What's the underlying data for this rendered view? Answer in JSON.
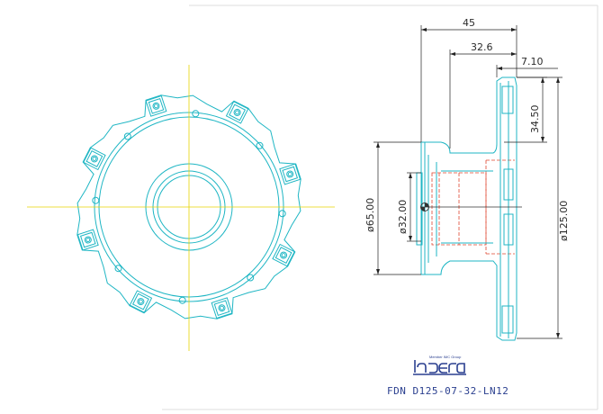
{
  "drawing": {
    "front_view": {
      "insert_count": 8
    },
    "dimensions": {
      "overall_length": "45",
      "hub_length": "32.6",
      "insert_width": "7.10",
      "insert_depth": "34.50",
      "hub_diameter": "ø65.00",
      "bore_diameter": "ø32.00",
      "cutter_diameter": "ø125.00"
    },
    "logo": {
      "tagline": "Member IMC Group",
      "brand": "ingersoll"
    },
    "model_code": "FDN D125-07-32-LN12"
  },
  "colors": {
    "outline": "#1fb6c4",
    "centerline": "#e6d400",
    "hidden": "#e0452f",
    "dimension": "#222222",
    "text": "#2a3f8f"
  }
}
